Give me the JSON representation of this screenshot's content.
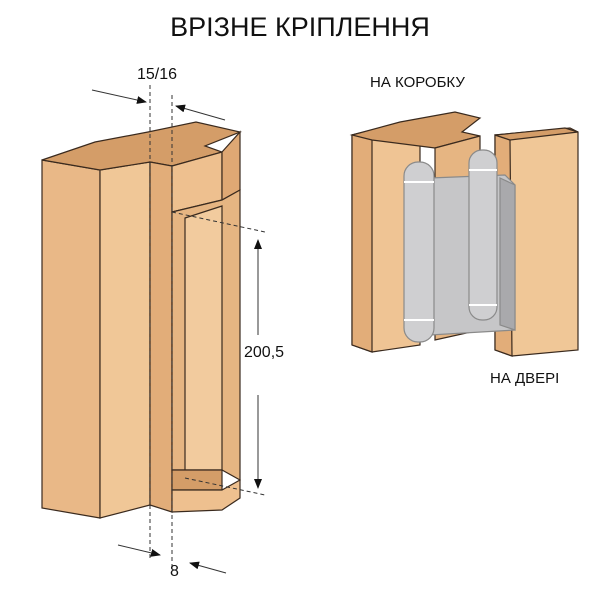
{
  "title": "ВРІЗНЕ КРІПЛЕННЯ",
  "dimensions": {
    "top": "15/16",
    "height": "200,5",
    "bottom": "8"
  },
  "labels": {
    "frame": "НА КОРОБКУ",
    "door": "НА ДВЕРІ"
  },
  "colors": {
    "wood_light": "#f0c797",
    "wood_mid": "#e6b582",
    "wood_dark": "#d49d68",
    "metal": "#c9c9cb",
    "outline": "#3a2a1e"
  }
}
